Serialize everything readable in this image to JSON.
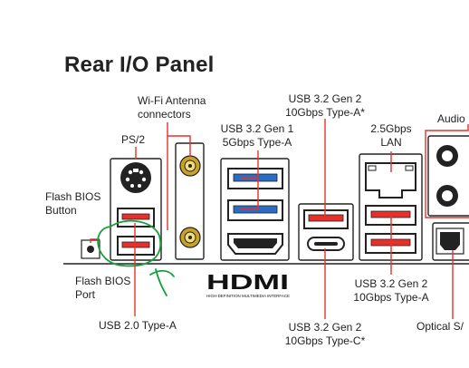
{
  "title": "Rear I/O Panel",
  "labels": {
    "wifi_1": "Wi-Fi Antenna",
    "wifi_2": "connectors",
    "ps2": "PS/2",
    "usb_gen1_1": "USB 3.2 Gen 1",
    "usb_gen1_2": "5Gbps Type-A",
    "usb_gen2a_top_1": "USB 3.2 Gen 2",
    "usb_gen2a_top_2": "10Gbps Type-A*",
    "lan_1": "2.5Gbps",
    "lan_2": "LAN",
    "audio": "Audio",
    "flash_bios_button_1": "Flash BIOS",
    "flash_bios_button_2": "Button",
    "flash_bios_port_1": "Flash BIOS",
    "flash_bios_port_2": "Port",
    "usb2": "USB 2.0 Type-A",
    "usb_gen2c_1": "USB 3.2 Gen 2",
    "usb_gen2c_2": "10Gbps Type-C*",
    "usb_gen2a_bottom_1": "USB 3.2 Gen 2",
    "usb_gen2a_bottom_2": "10Gbps Type-A",
    "optical": "Optical S/"
  },
  "hdmi_logo": "HDMI",
  "hdmi_tagline": "HIGH-DEFINITION MULTIMEDIA INTERFACE",
  "colors": {
    "callout": "#e8302a",
    "usb3_gen1": "#2b6cc4",
    "usb3_gen2": "#e8302a",
    "annotation": "#1a9e3a",
    "outline": "#222222"
  }
}
